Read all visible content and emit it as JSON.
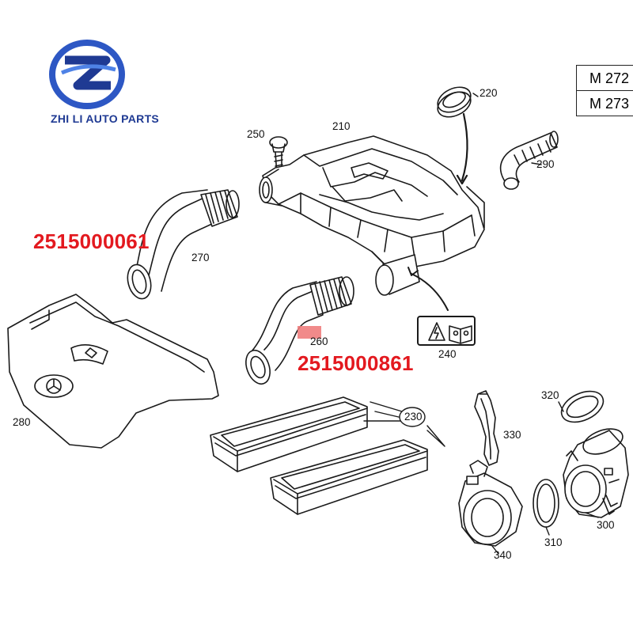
{
  "brand": {
    "name": "ZHI LI AUTO PARTS",
    "logo_icon": "zl-monogram-icon",
    "logo_colors": [
      "#1f3a93",
      "#3a6fd8"
    ]
  },
  "engines": [
    "M 272",
    "M 273"
  ],
  "callouts": {
    "c210": "210",
    "c220": "220",
    "c230": "230",
    "c240": "240",
    "c250": "250",
    "c260": "260",
    "c270": "270",
    "c280": "280",
    "c290": "290",
    "c300": "300",
    "c310": "310",
    "c320": "320",
    "c330": "330",
    "c340": "340"
  },
  "part_numbers": {
    "intake_270": "2515000061",
    "intake_260": "2515000861"
  },
  "colors": {
    "part_number_red": "#e3191f",
    "highlight_marker": "#f07d7d",
    "line_art": "#1a1a1a",
    "brand_blue": "#1f3a93"
  },
  "icons": {
    "warning_label": "warning-manual-label-icon",
    "star_emblem": "three-point-star-icon"
  }
}
